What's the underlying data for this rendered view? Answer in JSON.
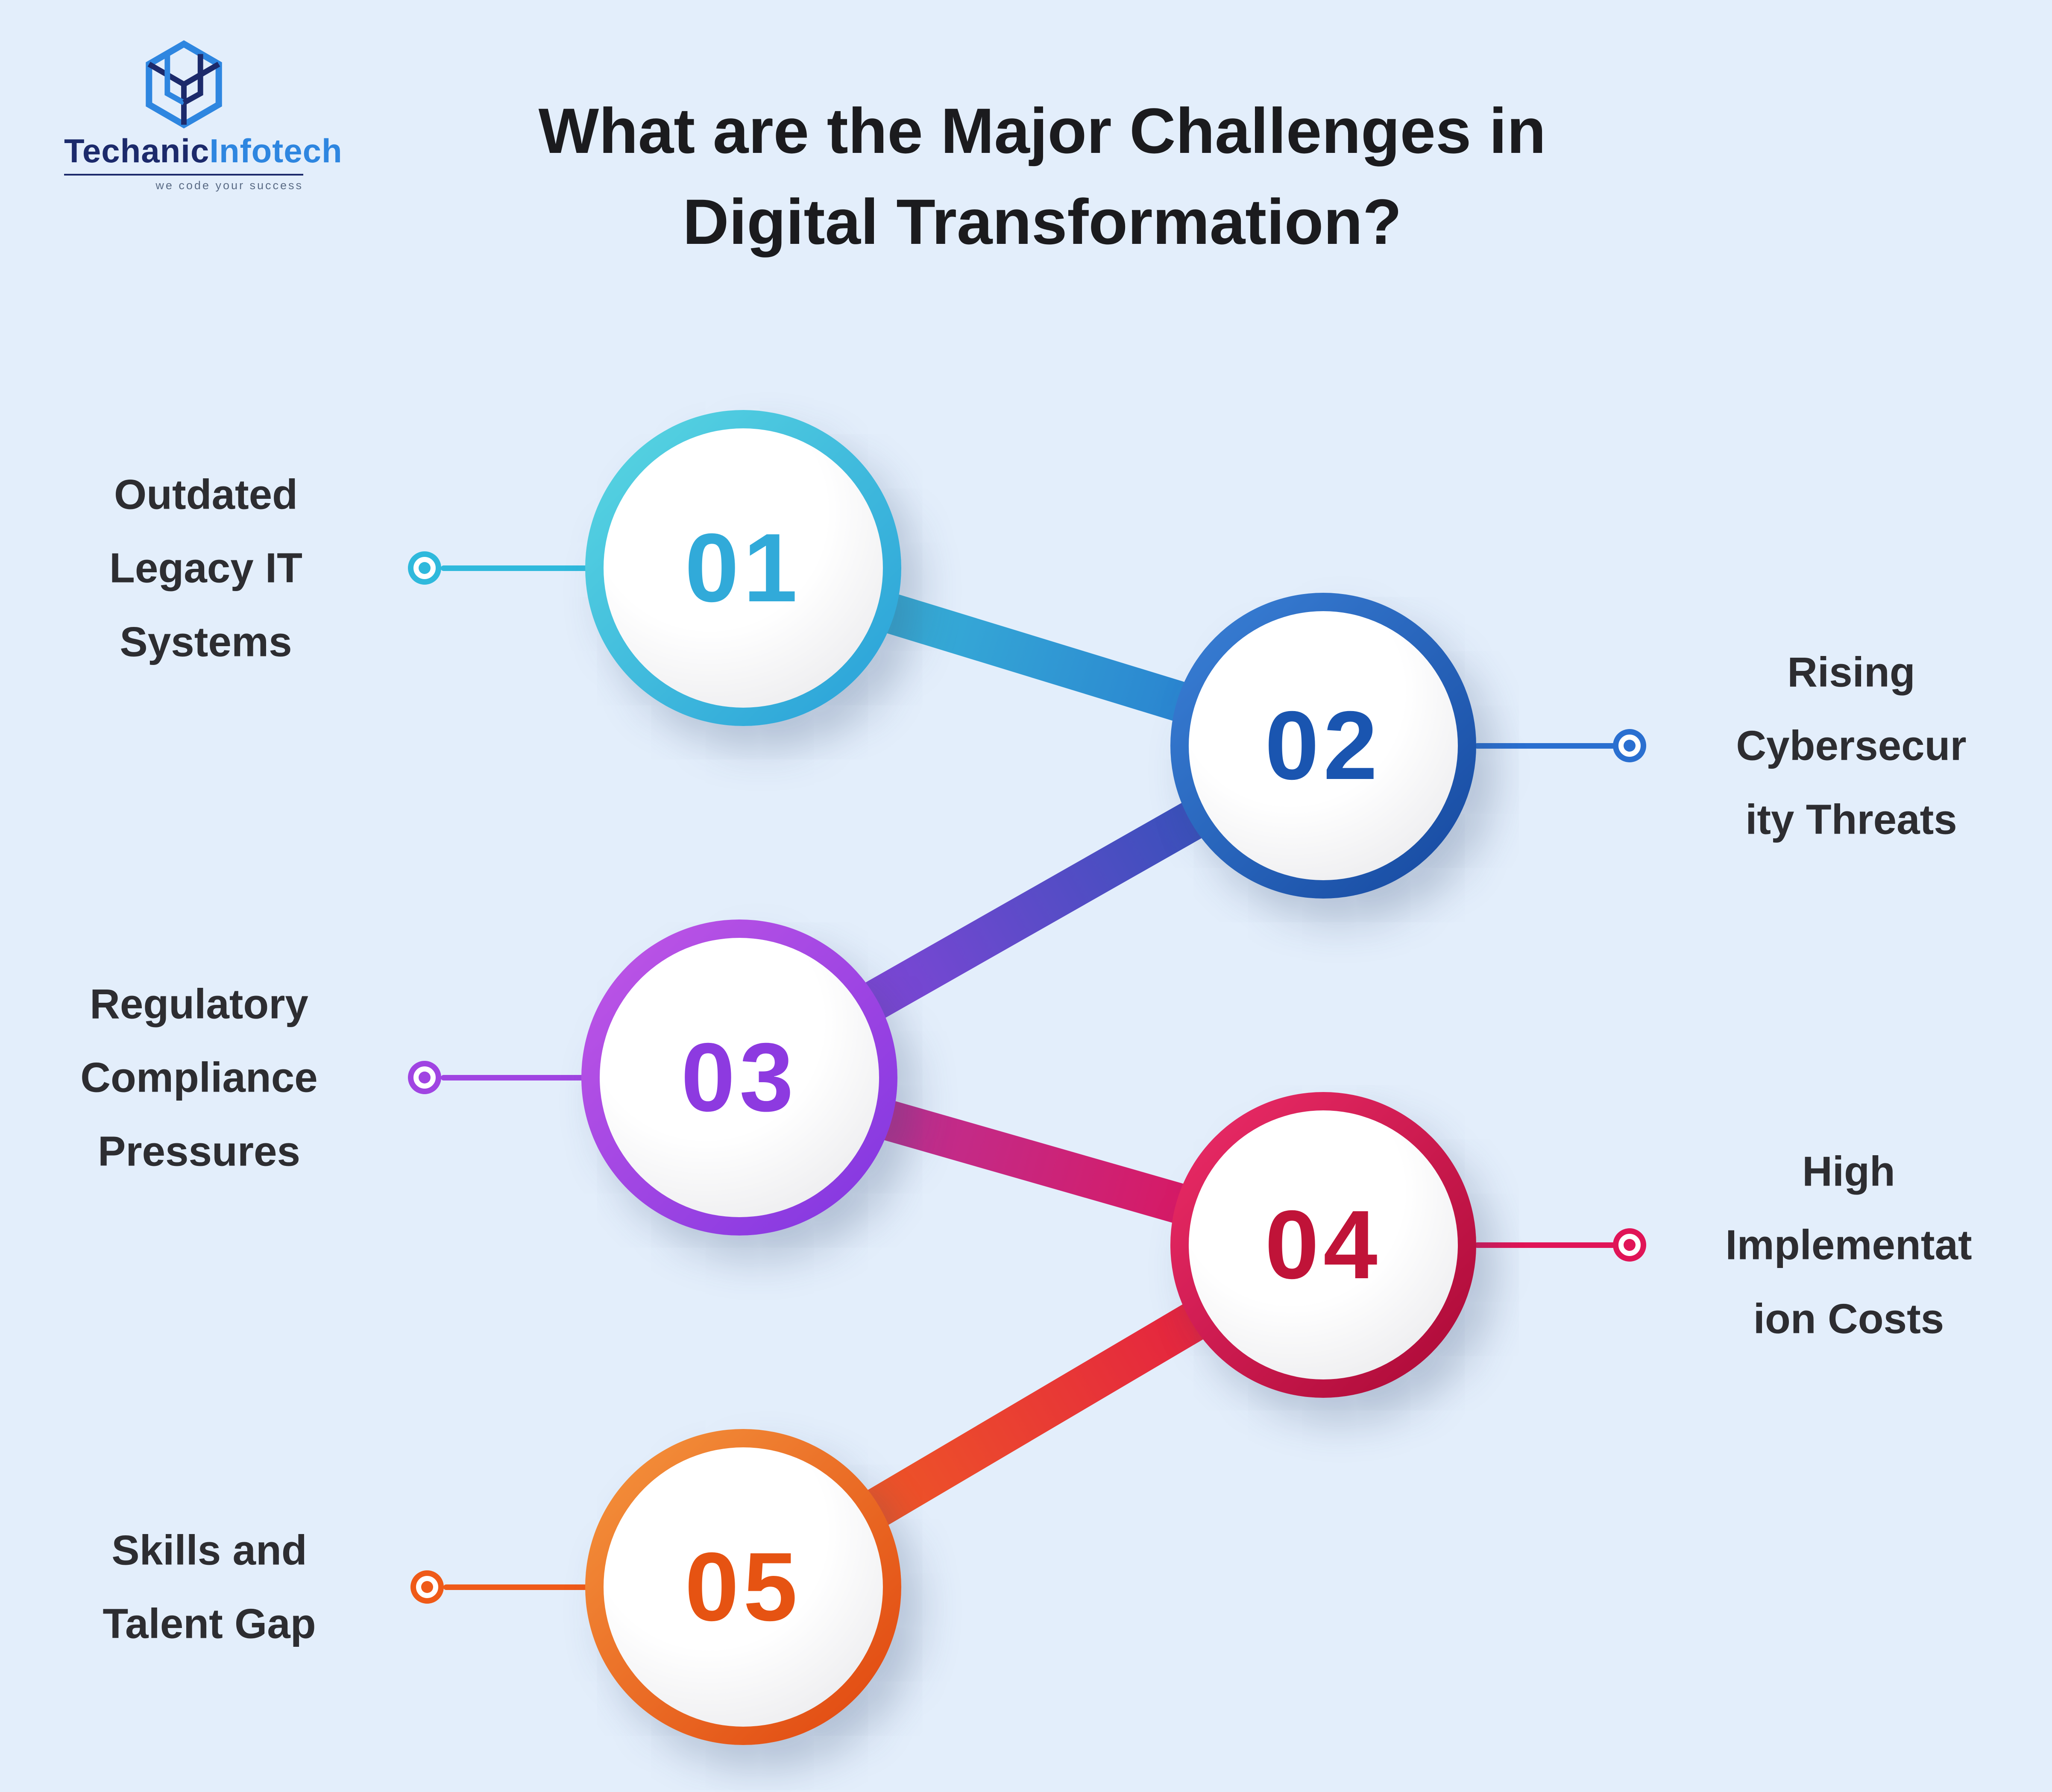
{
  "page": {
    "background_color": "#e3eefb",
    "title": "What are the Major Challenges in\nDigital Transformation?"
  },
  "logo": {
    "brand_primary": "Techanic",
    "brand_secondary": "Infotech",
    "tagline": "we code your success",
    "icon": "cube-wireframe-icon",
    "primary_color": "#1c2a6b",
    "secondary_color": "#2e86e0"
  },
  "items": [
    {
      "number": "01",
      "label": "Outdated\nLegacy IT\nSystems",
      "side": "left",
      "ring_start": "#5ad8e2",
      "ring_end": "#289fd8",
      "number_color": "#31aad9",
      "accent": "#2fb9dc"
    },
    {
      "number": "02",
      "label": "Rising\nCybersecur\nity Threats",
      "side": "right",
      "ring_start": "#3b82d8",
      "ring_end": "#15479e",
      "number_color": "#1a55b0",
      "accent": "#2a6fd0"
    },
    {
      "number": "03",
      "label": "Regulatory\nCompliance\nPressures",
      "side": "left",
      "ring_start": "#c257e6",
      "ring_end": "#7f35e0",
      "number_color": "#8d3ae0",
      "accent": "#a044e2"
    },
    {
      "number": "04",
      "label": "High\nImplementat\nion Costs",
      "side": "right",
      "ring_start": "#ee2d6a",
      "ring_end": "#a90834",
      "number_color": "#c01338",
      "accent": "#e01457"
    },
    {
      "number": "05",
      "label": "Skills and\nTalent Gap",
      "side": "left",
      "ring_start": "#f5963e",
      "ring_end": "#e0440e",
      "number_color": "#e65312",
      "accent": "#ef5a18"
    }
  ],
  "connectors": [
    {
      "from": "01",
      "to": "02",
      "color_start": "#3ec6dc",
      "color_end": "#2470cc"
    },
    {
      "from": "02",
      "to": "03",
      "color_start": "#1e55b0",
      "color_end": "#9a41e0"
    },
    {
      "from": "03",
      "to": "04",
      "color_start": "#b13aa8",
      "color_end": "#e21050"
    },
    {
      "from": "04",
      "to": "05",
      "color_start": "#e0104a",
      "color_end": "#f26a1c"
    }
  ]
}
